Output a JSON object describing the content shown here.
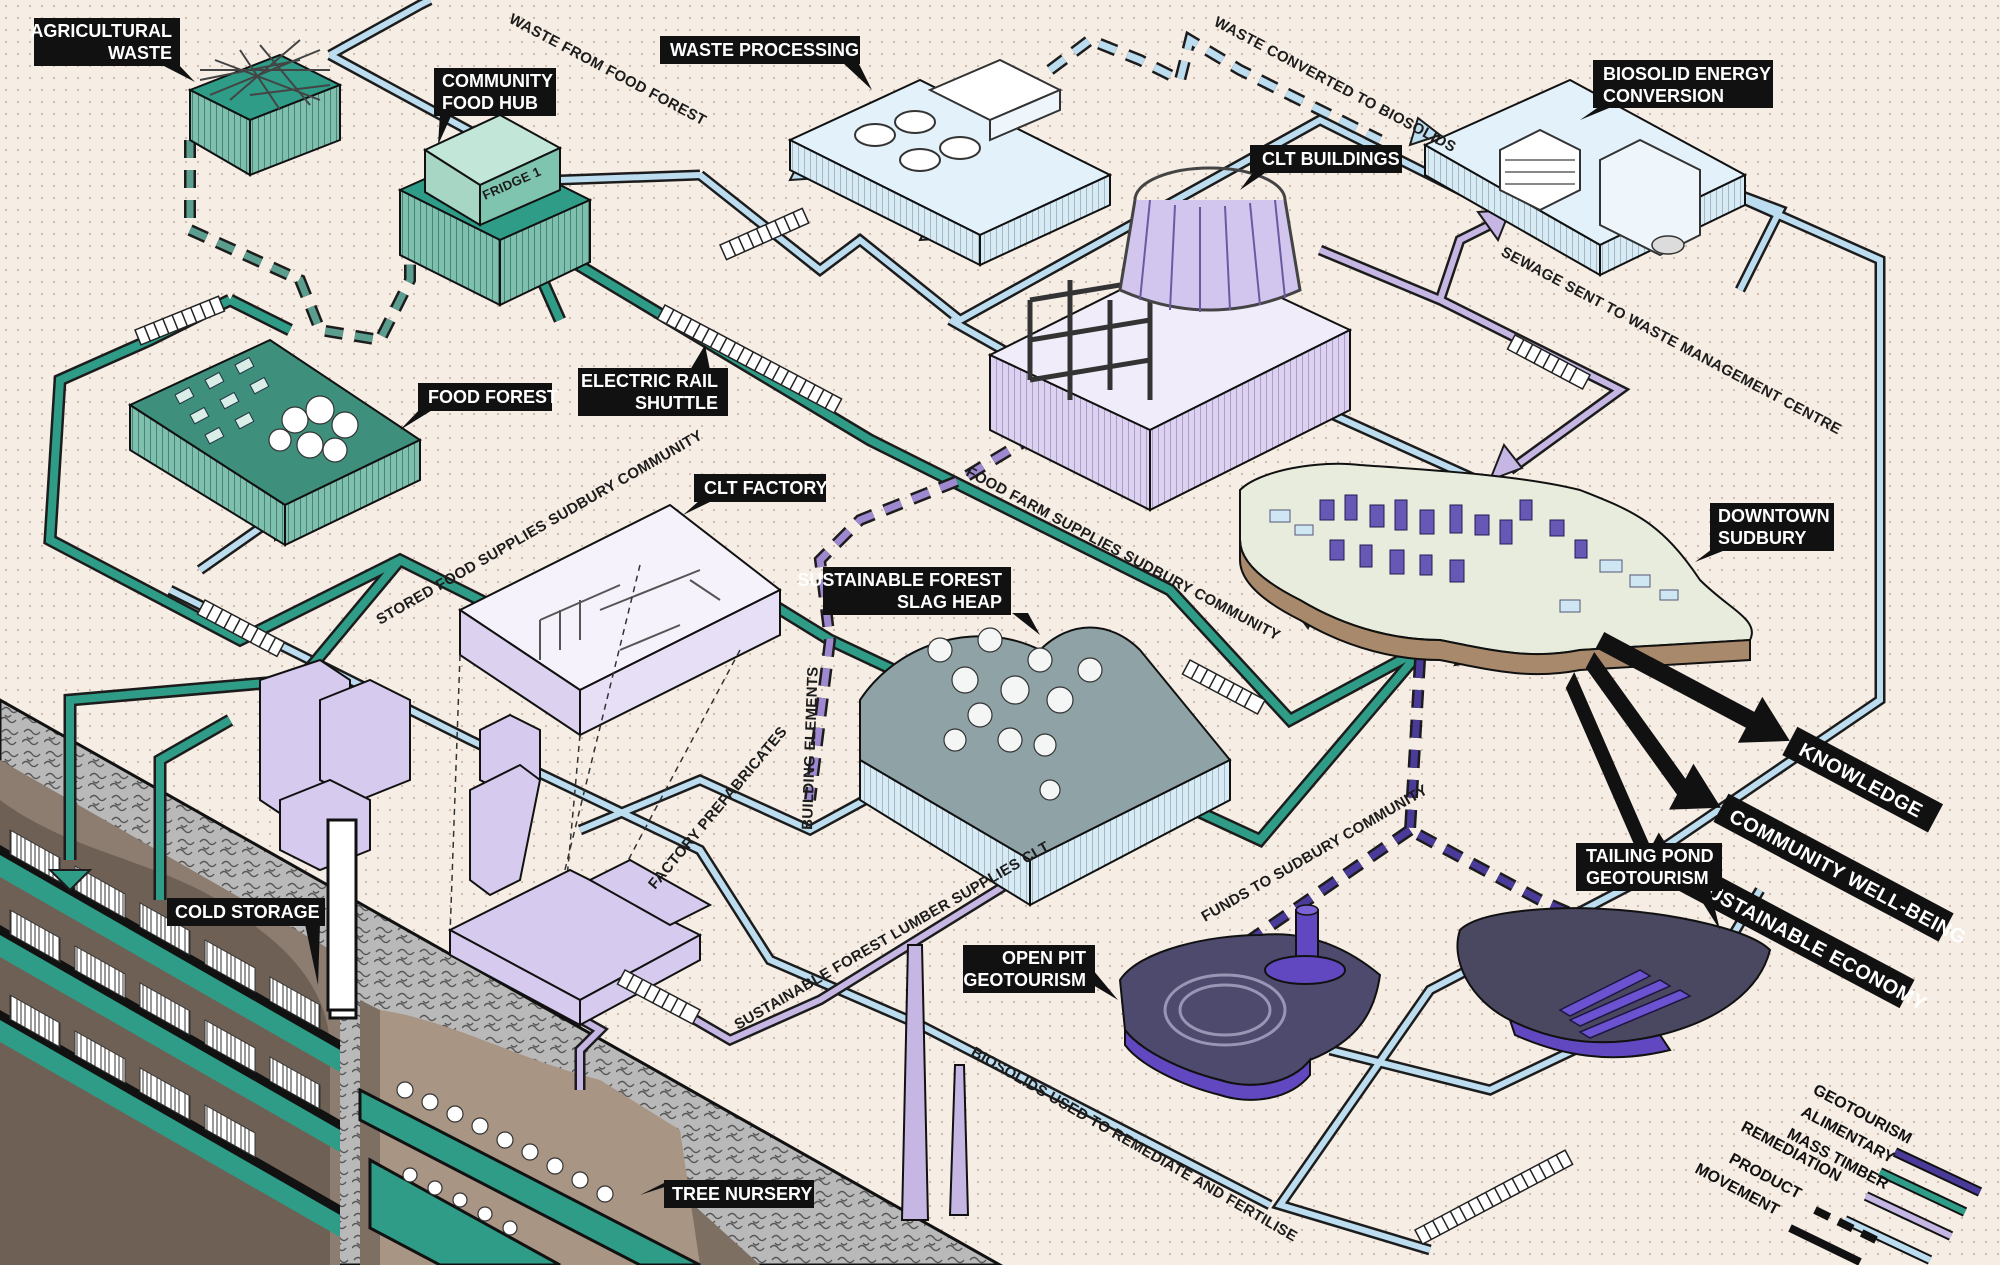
{
  "labels": {
    "agricultural_waste": [
      "AGRICULTURAL",
      "WASTE"
    ],
    "community_food_hub": [
      "COMMUNITY",
      "FOOD HUB"
    ],
    "waste_processing": [
      "WASTE PROCESSING"
    ],
    "biosolid_energy": [
      "BIOSOLID ENERGY",
      "CONVERSION"
    ],
    "clt_buildings": [
      "CLT BUILDINGS"
    ],
    "food_forest": [
      "FOOD FOREST"
    ],
    "electric_rail": [
      "ELECTRIC RAIL",
      "SHUTTLE"
    ],
    "clt_factory": [
      "CLT FACTORY"
    ],
    "downtown": [
      "DOWNTOWN",
      "SUDBURY"
    ],
    "sustainable_forest": [
      "SUSTAINABLE FOREST",
      "SLAG HEAP"
    ],
    "cold_storage": [
      "COLD STORAGE"
    ],
    "open_pit": [
      "OPEN PIT",
      "GEOTOURISM"
    ],
    "tailing_pond": [
      "TAILING POND",
      "GEOTOURISM"
    ],
    "tree_nursery": [
      "TREE NURSERY"
    ]
  },
  "path_labels": {
    "waste_from_food_forest": "WASTE FROM FOOD FOREST",
    "waste_converted": "WASTE CONVERTED TO BIOSOLIDS",
    "sewage": "SEWAGE SENT TO WASTE MANAGEMENT CENTRE",
    "food_farm": "FOOD FARM SUPPLIES SUDBURY COMMUNITY",
    "stored_food": "STORED FOOD SUPPLIES SUDBURY COMMUNITY",
    "building_elements": "BUILDING ELEMENTS",
    "factory_prefab": "FACTORY PREFABRICATES",
    "lumber": "SUSTAINABLE FOREST LUMBER SUPPLIES CLT",
    "funds": "FUNDS TO SUDBURY COMMUNITY",
    "biosolids": "BIOSOLIDS USED TO REMEDIATE AND FERTILISE"
  },
  "fridge_sign": "FRIDGE 1",
  "outputs": [
    "KNOWLEDGE",
    "COMMUNITY WELL-BEING",
    "SUSTAINABLE ECONOMY"
  ],
  "legend": [
    {
      "label": "GEOTOURISM",
      "color": "#4a3a9a",
      "style": "solid"
    },
    {
      "label": "ALIMENTARY",
      "color": "#2e9c86",
      "style": "solid"
    },
    {
      "label": "MASS TIMBER",
      "color": "#c6b6e4",
      "style": "solid"
    },
    {
      "label": "REMEDIATION",
      "color": "#bcdcef",
      "style": "solid"
    },
    {
      "label": "PRODUCT",
      "color": "#111111",
      "style": "dashed"
    },
    {
      "label": "MOVEMENT",
      "color": "#111111",
      "style": "solid"
    }
  ],
  "colors": {
    "background": "#f6ede4",
    "alimentary": "#2e9c86",
    "mass_timber": "#c6b6e4",
    "remediation": "#bcdcef",
    "geotourism": "#4a3a9a",
    "label_bg": "#111111"
  }
}
